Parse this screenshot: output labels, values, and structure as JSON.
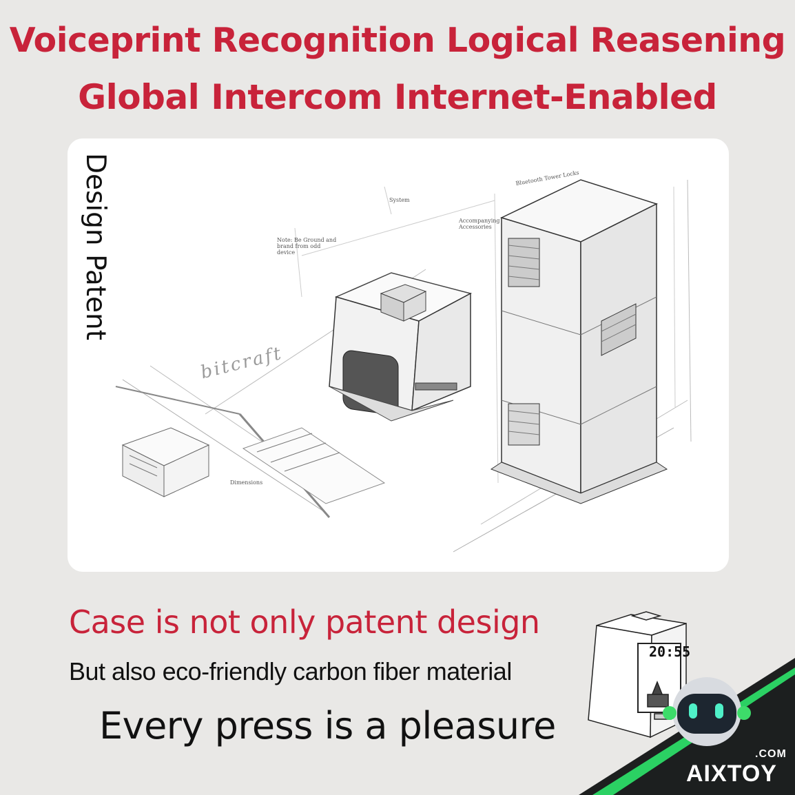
{
  "headline": {
    "line1": "Voiceprint Recognition Logical Reasening",
    "line2": "Global Intercom Internet-Enabled"
  },
  "sketch": {
    "side_label": "Design Patent",
    "watermark": "bitcraft",
    "annotations": [
      "System",
      "Note: Be Ground and brand from odd device",
      "Accompanying Accessories",
      "Bluetooth Tower Locks",
      "Dimensions"
    ]
  },
  "copy": {
    "line1": "Case is not only patent design",
    "line2": "But also eco-friendly carbon fiber material",
    "line3": "Every press is a pleasure"
  },
  "product": {
    "clock": "20:55"
  },
  "brand": {
    "name": "AIXTOY",
    "suffix": ".COM",
    "accent": "#3ddc6a"
  },
  "colors": {
    "headline": "#c8233a",
    "background": "#e9e8e6"
  }
}
